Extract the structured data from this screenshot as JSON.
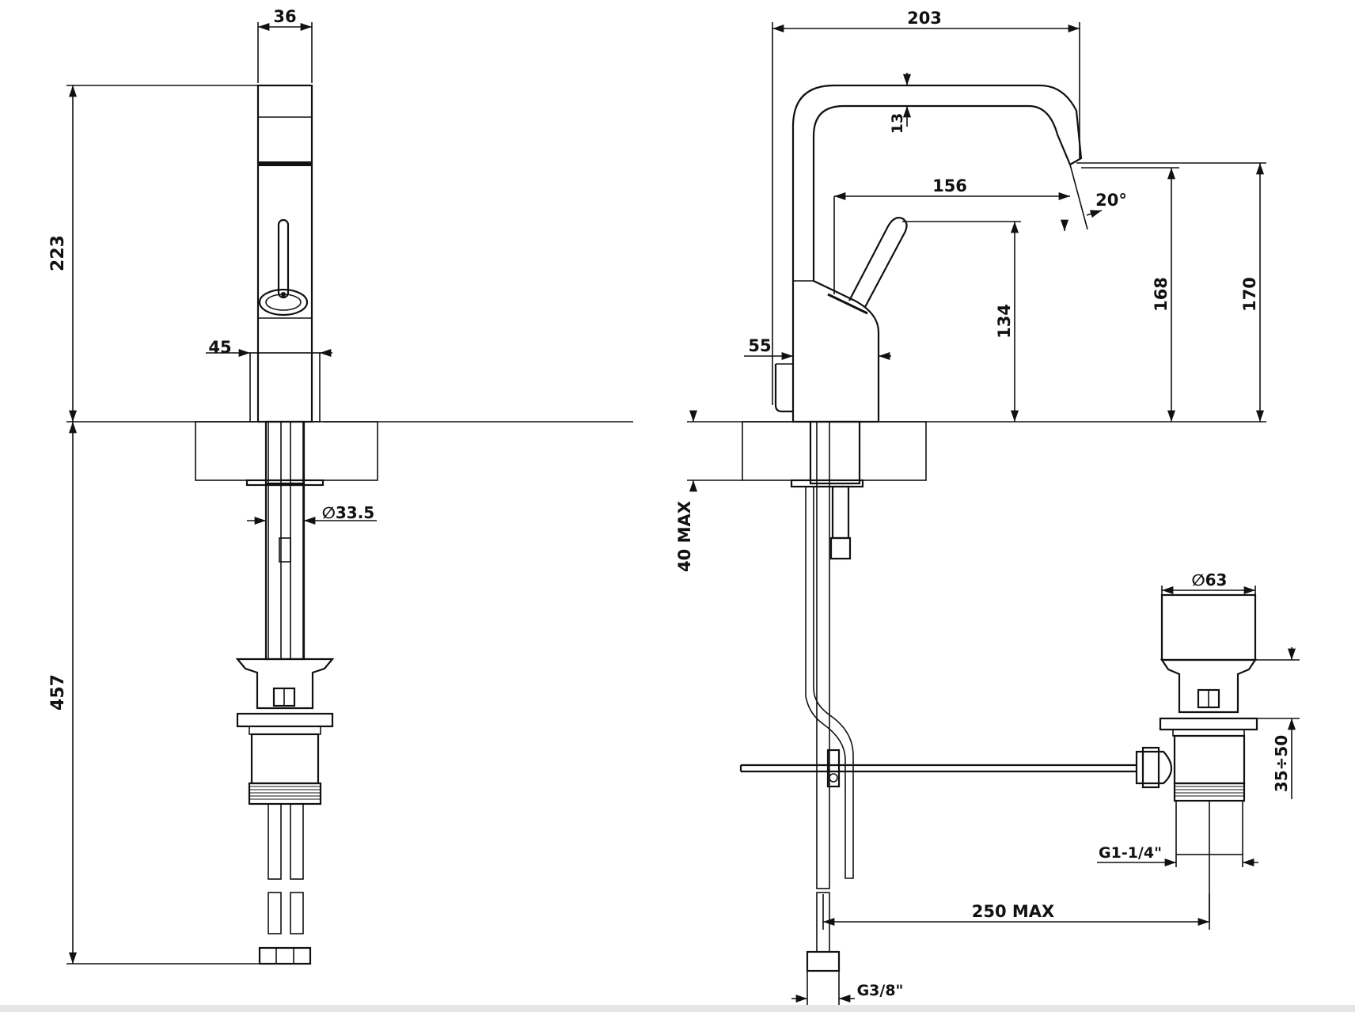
{
  "dimensions": {
    "front_width_top": "36",
    "front_height_above_counter": "223",
    "front_body_width": "45",
    "front_shank_diameter": "∅33.5",
    "front_height_below_counter": "457",
    "side_total_reach": "203",
    "side_spout_thickness": "13",
    "side_lever_reach": "156",
    "side_spout_angle": "20°",
    "side_lever_height": "134",
    "side_outlet_height": "168",
    "side_total_outlet_height": "170",
    "side_body_width": "55",
    "countertop_max_thickness": "40  MAX",
    "waste_cap_diameter": "∅63",
    "waste_adjust_range": "35÷50",
    "waste_thread": "G1-1/4\"",
    "waste_rod_reach": "250  MAX",
    "supply_hose_thread": "G3/8\""
  },
  "colors": {
    "line": "#111111",
    "background": "#ffffff",
    "footer": "#e6e6e6"
  }
}
